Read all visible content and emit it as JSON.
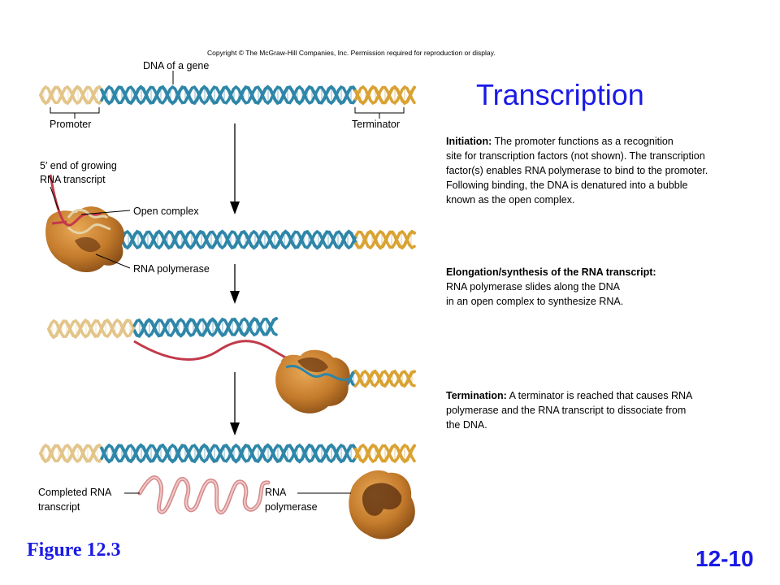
{
  "copyright": "Copyright © The McGraw-Hill Companies, Inc. Permission required for reproduction or display.",
  "title": "Transcription",
  "labels": {
    "dna_gene": "DNA of a gene",
    "promoter": "Promoter",
    "terminator": "Terminator",
    "five_prime_line1": "5′ end of growing",
    "five_prime_line2": "RNA transcript",
    "open_complex": "Open complex",
    "rna_polymerase": "RNA polymerase",
    "completed_line1": "Completed RNA",
    "completed_line2": "transcript",
    "rna_pol_line1": "RNA",
    "rna_pol_line2": "polymerase"
  },
  "steps": {
    "initiation": {
      "heading": "Initiation:",
      "line1": " The promoter functions as a recognition",
      "line2": "site for transcription factors (not shown). The transcription",
      "line3": "factor(s) enables RNA polymerase to bind to the promoter.",
      "line4": "Following binding, the DNA is denatured into a bubble",
      "line5": "known as the open complex."
    },
    "elongation": {
      "heading": "Elongation/synthesis of the RNA transcript:",
      "line1": "RNA polymerase slides along the DNA",
      "line2": "in an open complex to synthesize RNA."
    },
    "termination": {
      "heading": "Termination:",
      "line1": " A terminator is reached that causes RNA",
      "line2": "polymerase and the RNA transcript to dissociate from",
      "line3": "the DNA."
    }
  },
  "figure_label": "Figure 12.3",
  "slide_number": "12-10",
  "colors": {
    "title_blue": "#1a1ae6",
    "dna_blue": "#2e86a8",
    "promoter_tan": "#e3c58a",
    "terminator_gold": "#d9a232",
    "rna_red": "#c23a4a",
    "polymerase_brown": "#b86f22"
  }
}
